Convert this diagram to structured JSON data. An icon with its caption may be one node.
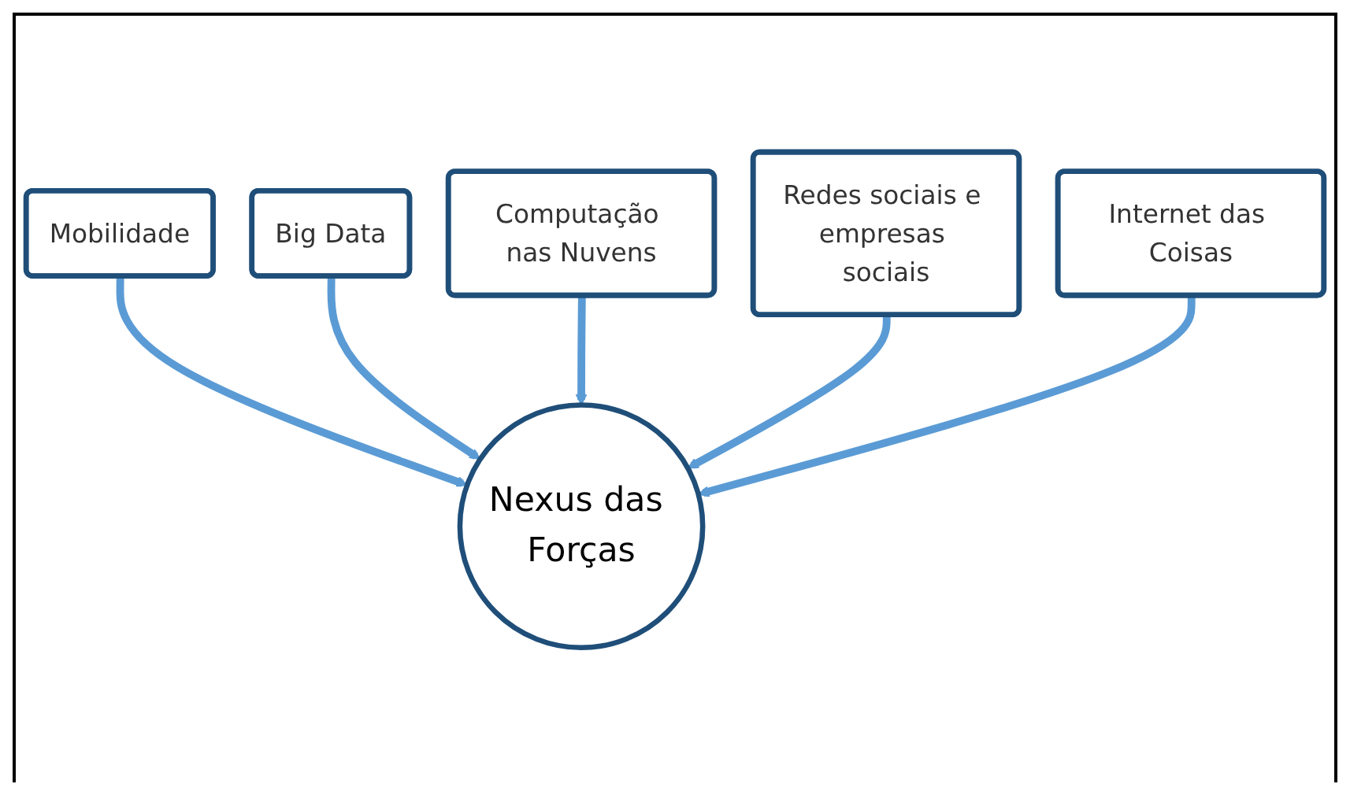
{
  "diagram": {
    "nodes": [
      {
        "text": [
          "Mobilidade"
        ]
      },
      {
        "text": [
          "Big Data"
        ]
      },
      {
        "text": [
          "Computação nas Nuvens"
        ]
      },
      {
        "text": [
          "Redes sociais e empresas sociais"
        ]
      },
      {
        "text": [
          "Nexus das Forças"
        ]
      },
      {
        "text": [
          "Internet das Coisas"
        ]
      }
    ],
    "edges": [
      {
        "from": 0,
        "to": 4,
        "arrow": "to"
      },
      {
        "from": 1,
        "to": 4,
        "arrow": "to"
      },
      {
        "from": 2,
        "to": 4,
        "arrow": "to"
      },
      {
        "from": 3,
        "to": 4,
        "arrow": "to"
      },
      {
        "from": 5,
        "to": 4,
        "arrow": "to"
      }
    ]
  }
}
